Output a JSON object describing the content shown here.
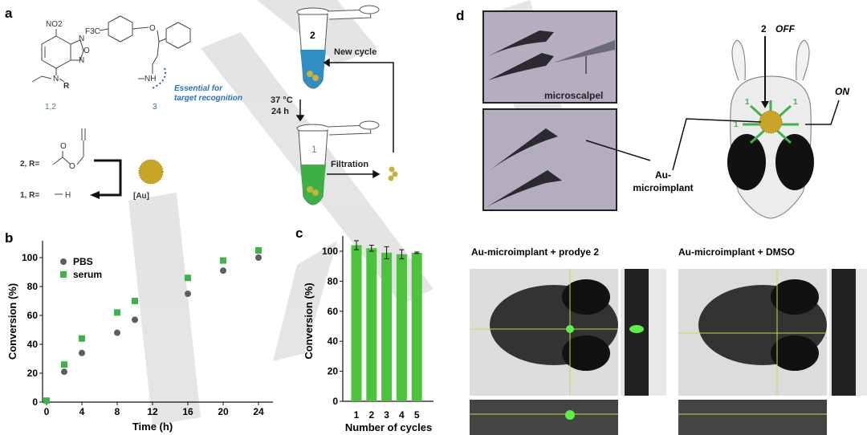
{
  "panels": {
    "a": "a",
    "b": "b",
    "c": "c",
    "d": "d"
  },
  "panel_a": {
    "nitro": "NO2",
    "ring_n1": "N",
    "ring_o": "O",
    "ring_n2": "N",
    "amine_n": "N",
    "r": "R",
    "compound_12": "1,2",
    "cf3": "F3C",
    "ether_o": "O",
    "nh": "NH",
    "essential_1": "Essential for",
    "essential_2": "target recognition",
    "compound_3": "3",
    "r2_label": "2,  R=",
    "r1_label": "1,  R=",
    "ester_o1": "O",
    "ester_o2": "O",
    "h": "H",
    "au": "[Au]",
    "tube_top_num": "2",
    "tube_bottom_num": "1",
    "new_cycle": "New cycle",
    "temp": "37 °C",
    "time": "24 h",
    "filtration": "Filtration"
  },
  "panel_d": {
    "microscalpel": "microscalpel",
    "au_1": "Au-",
    "au_2": "microimplant",
    "two": "2",
    "off": "OFF",
    "on": "ON",
    "one": "1",
    "caption_left": "Au-microimplant + prodye 2",
    "caption_right": "Au-microimplant + DMSO"
  },
  "colors": {
    "green": "#3cb44a",
    "dark": "#55635d",
    "blue": "#2f8fc4",
    "gold": "#c8a526",
    "gray_watermark": "#d6d6d6"
  },
  "chart_data": [
    {
      "type": "scatter",
      "xlabel": "Time (h)",
      "ylabel": "Conversion (%)",
      "xlim": [
        0,
        25
      ],
      "ylim": [
        0,
        110
      ],
      "xticks": [
        0,
        4,
        8,
        12,
        16,
        20,
        24
      ],
      "yticks": [
        0,
        20,
        40,
        60,
        80,
        100
      ],
      "legend_position": "top-left",
      "series": [
        {
          "name": "PBS",
          "marker": "circle",
          "color": "#55635d",
          "x": [
            0,
            2,
            4,
            8,
            10,
            16,
            20,
            24
          ],
          "y": [
            1,
            21,
            34,
            48,
            57,
            75,
            91,
            100
          ]
        },
        {
          "name": "serum",
          "marker": "square",
          "color": "#3cb44a",
          "x": [
            0,
            2,
            4,
            8,
            10,
            16,
            20,
            24
          ],
          "y": [
            1,
            26,
            44,
            62,
            70,
            86,
            98,
            105
          ]
        }
      ]
    },
    {
      "type": "bar",
      "xlabel": "Number of cycles",
      "ylabel": "Conversion (%)",
      "ylim": [
        0,
        110
      ],
      "yticks": [
        0,
        20,
        40,
        60,
        80,
        100
      ],
      "categories": [
        "1",
        "2",
        "3",
        "4",
        "5"
      ],
      "values": [
        104,
        102,
        99,
        98,
        99
      ],
      "errors": [
        3,
        2,
        4,
        3,
        0.5
      ],
      "color": "#4cc33c"
    }
  ]
}
